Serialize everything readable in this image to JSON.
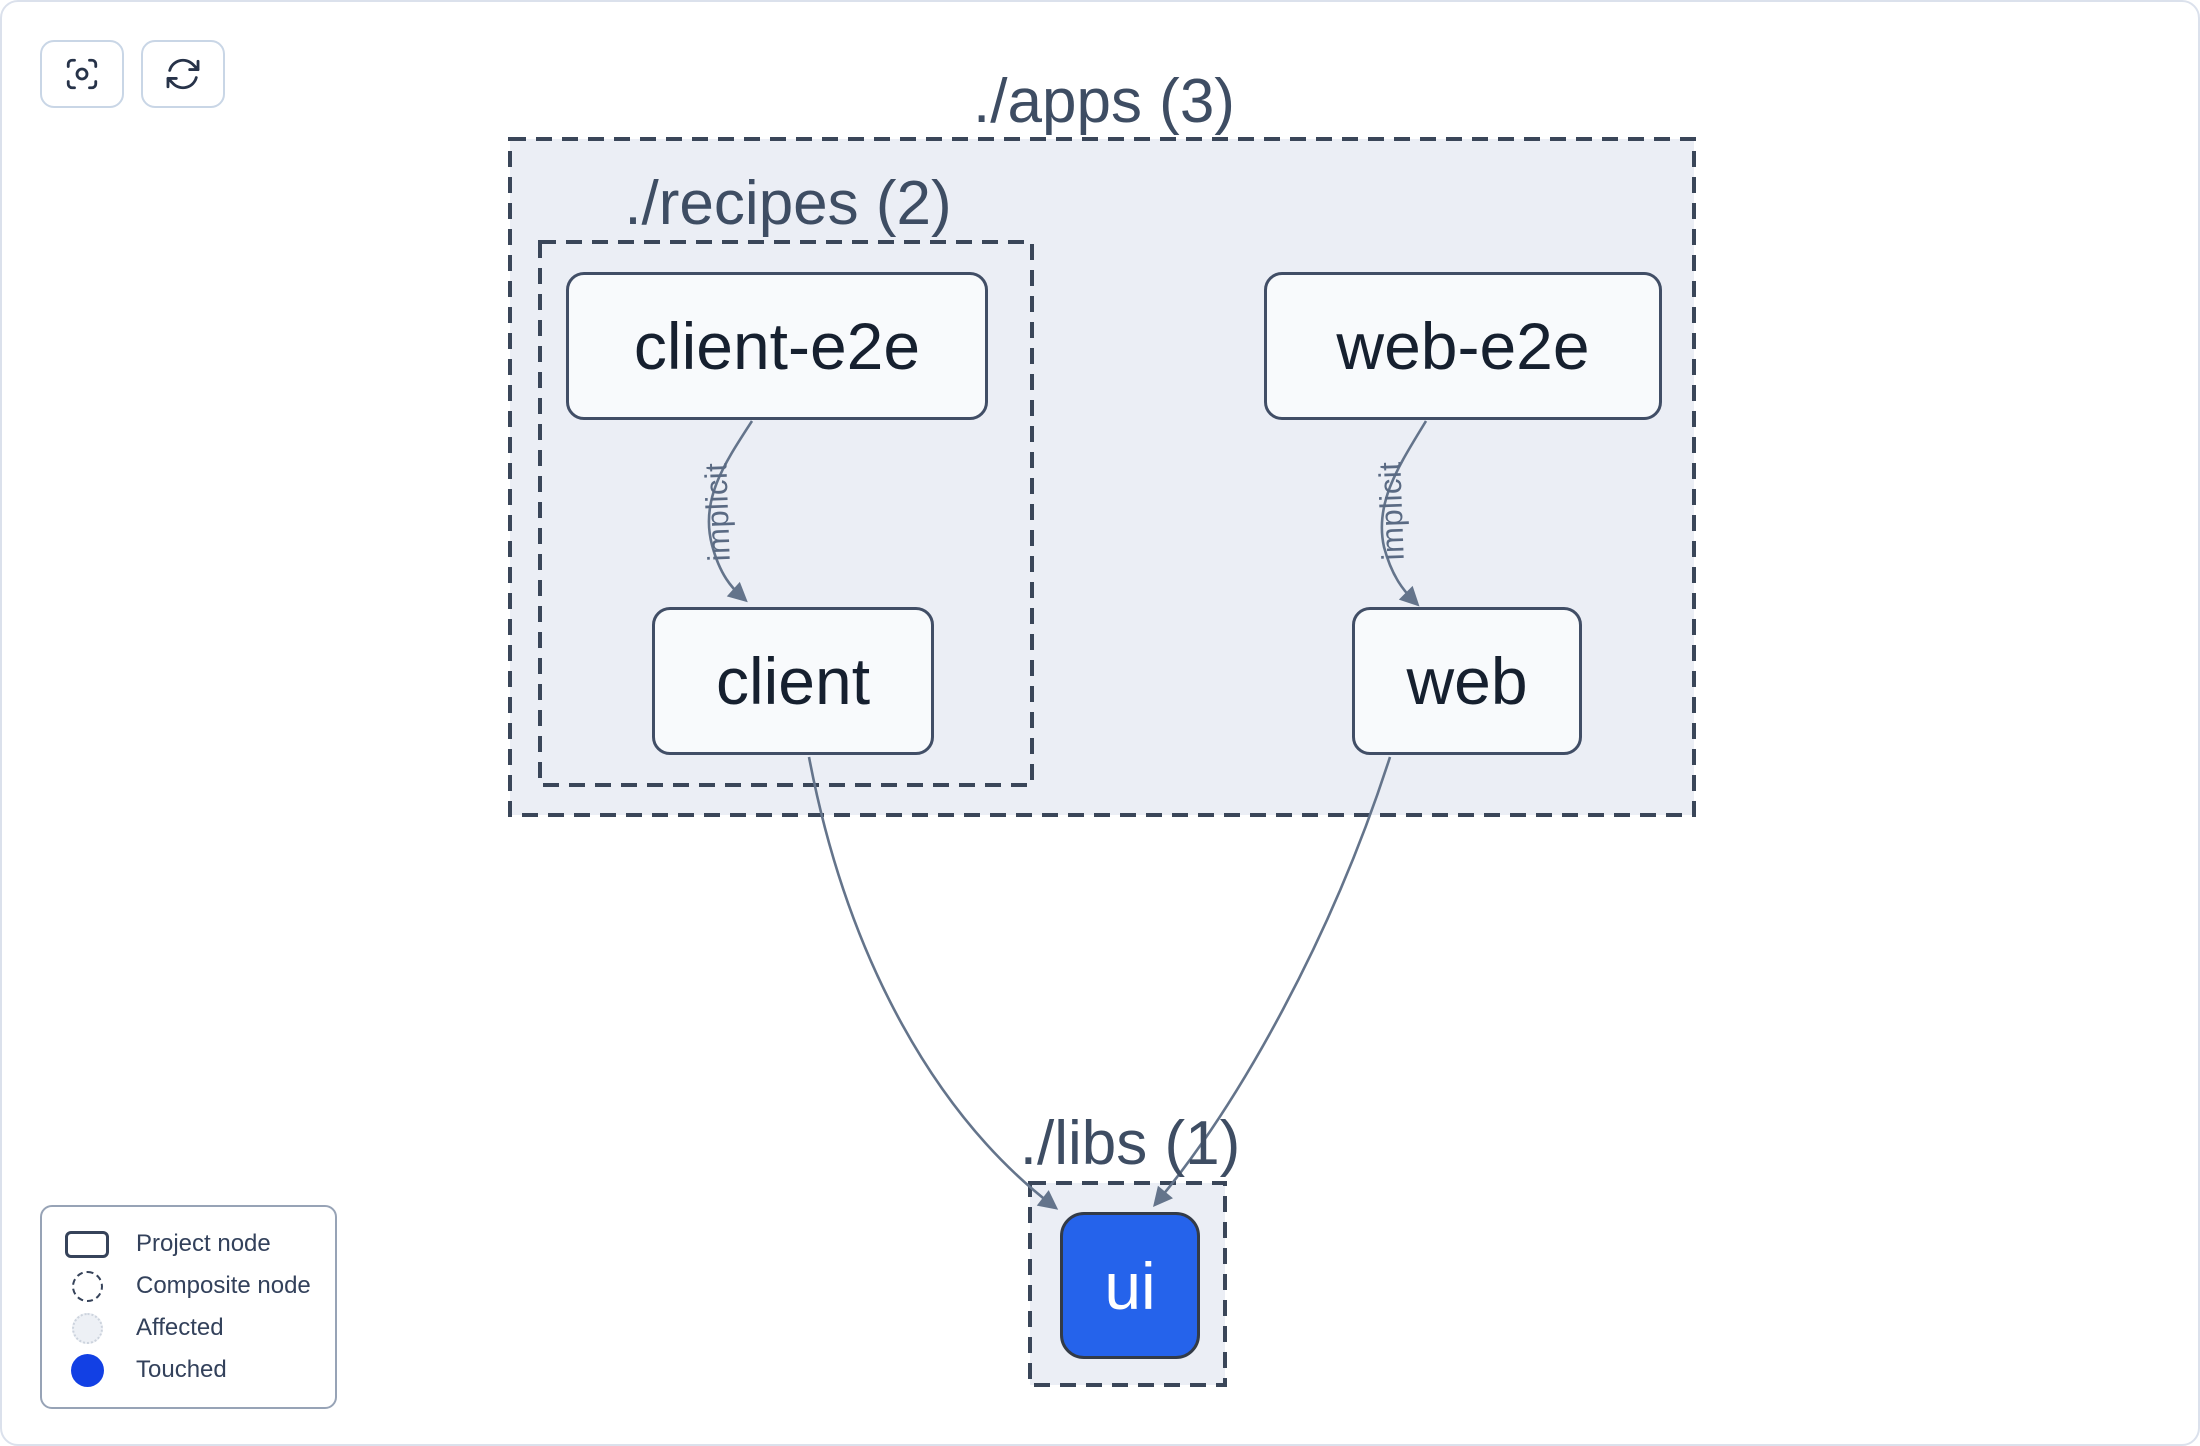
{
  "toolbar": {
    "buttons": [
      {
        "name": "center-graph",
        "icon": "viewfinder-icon"
      },
      {
        "name": "refresh-graph",
        "icon": "refresh-icon"
      }
    ]
  },
  "graph": {
    "groups": [
      {
        "id": "apps",
        "label": "./apps (3)"
      },
      {
        "id": "recipes",
        "label": "./recipes (2)"
      },
      {
        "id": "libs",
        "label": "./libs (1)"
      }
    ],
    "nodes": [
      {
        "id": "client-e2e",
        "label": "client-e2e",
        "group": "recipes",
        "state": "default"
      },
      {
        "id": "client",
        "label": "client",
        "group": "recipes",
        "state": "default"
      },
      {
        "id": "web-e2e",
        "label": "web-e2e",
        "group": "apps",
        "state": "default"
      },
      {
        "id": "web",
        "label": "web",
        "group": "apps",
        "state": "default"
      },
      {
        "id": "ui",
        "label": "ui",
        "group": "libs",
        "state": "touched"
      }
    ],
    "edges": [
      {
        "from": "client-e2e",
        "to": "client",
        "label": "implicit"
      },
      {
        "from": "web-e2e",
        "to": "web",
        "label": "implicit"
      },
      {
        "from": "client",
        "to": "ui",
        "label": ""
      },
      {
        "from": "web",
        "to": "ui",
        "label": ""
      }
    ]
  },
  "legend": {
    "items": [
      {
        "swatch": "project",
        "label": "Project node"
      },
      {
        "swatch": "composite",
        "label": "Composite node"
      },
      {
        "swatch": "affected",
        "label": "Affected"
      },
      {
        "swatch": "touched",
        "label": "Touched"
      }
    ]
  },
  "colors": {
    "canvas_border": "#dbe1ec",
    "composite_fill": "#ebeef5",
    "composite_border": "#3a4659",
    "node_fill": "#f8fafc",
    "node_border": "#414e66",
    "node_text": "#16202f",
    "edge_stroke": "#64748b",
    "group_label_text": "#3e4d63",
    "touched_node_fill": "#2563eb",
    "touched_dot": "#1240e4",
    "affected_fill": "#edf0f5"
  }
}
